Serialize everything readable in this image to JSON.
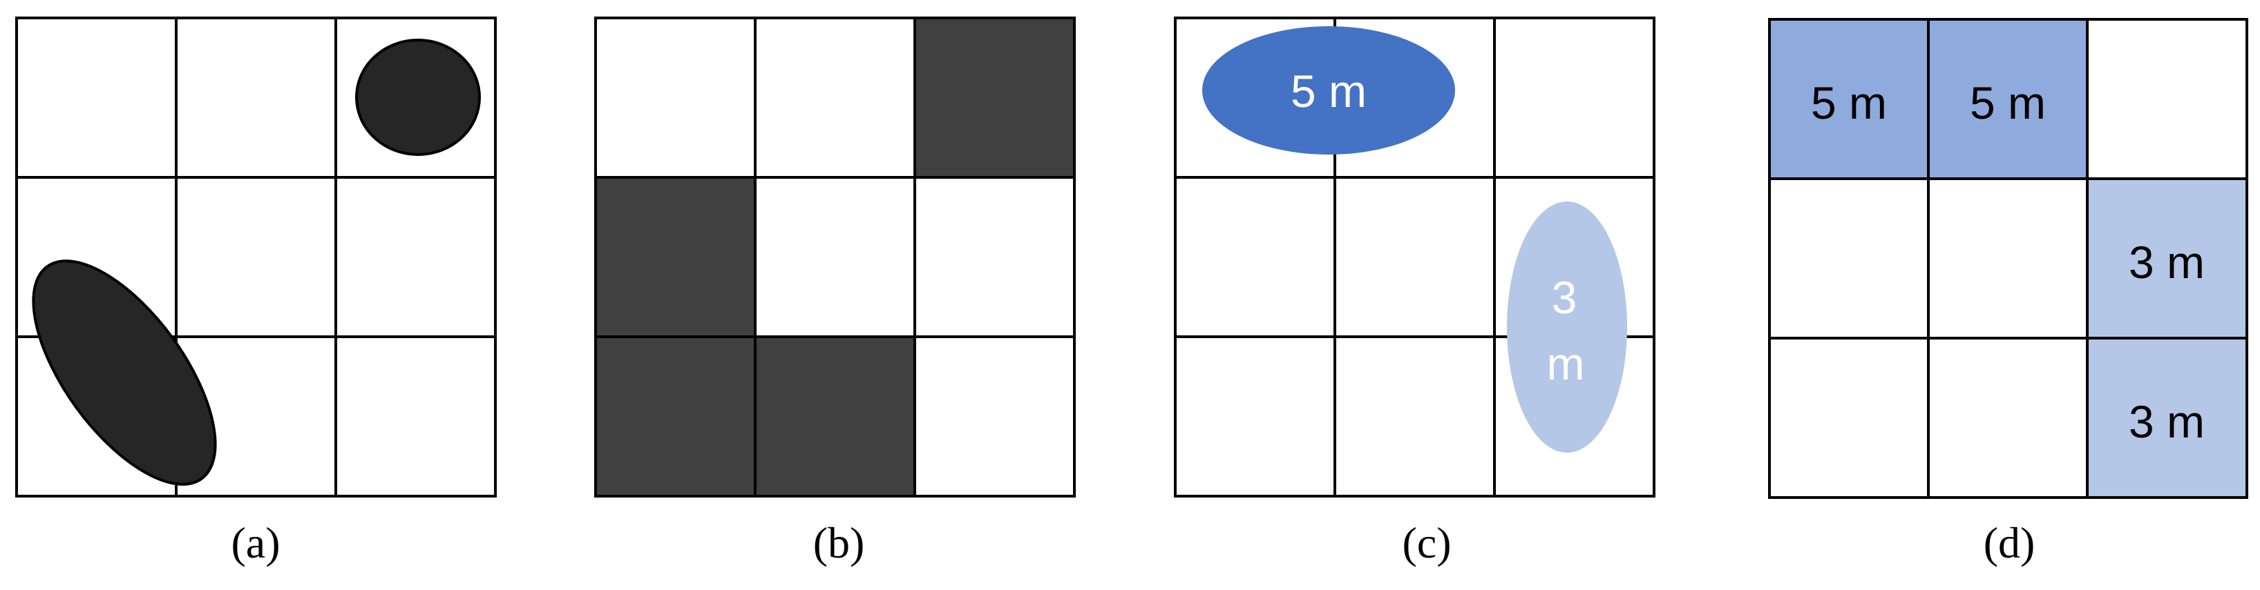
{
  "panels": [
    {
      "caption": "(a)",
      "cells": [
        [
          0,
          0,
          0
        ],
        [
          0,
          0,
          0
        ],
        [
          0,
          0,
          0
        ]
      ],
      "shapes": [
        {
          "kind": "ellipse",
          "fill": "#262626",
          "label": ""
        },
        {
          "kind": "ellipse",
          "fill": "#262626",
          "label": ""
        }
      ]
    },
    {
      "caption": "(b)",
      "cells": [
        [
          0,
          0,
          1
        ],
        [
          1,
          0,
          0
        ],
        [
          1,
          1,
          0
        ]
      ],
      "cell_fill": "#404040"
    },
    {
      "caption": "(c)",
      "shapes": [
        {
          "kind": "ellipse",
          "fill": "#4472C4",
          "label": "5 m"
        },
        {
          "kind": "ellipse",
          "fill": "#B4C7E7",
          "label_lines": [
            "3",
            "m"
          ]
        }
      ]
    },
    {
      "caption": "(d)",
      "cell_labels": [
        [
          "5 m",
          "5 m",
          ""
        ],
        [
          "",
          "",
          "3 m"
        ],
        [
          "",
          "",
          "3 m"
        ]
      ],
      "cell_colors": [
        [
          "#8FAADC",
          "#8FAADC",
          ""
        ],
        [
          "",
          "",
          "#B4C7E7"
        ],
        [
          "",
          "",
          "#B4C7E7"
        ]
      ]
    }
  ],
  "colors": {
    "grid": "#000000",
    "dark_shape": "#262626",
    "dark_cell": "#404040",
    "blue": "#4472C4",
    "light_blue": "#B4C7E7",
    "mid_blue": "#8FAADC"
  }
}
